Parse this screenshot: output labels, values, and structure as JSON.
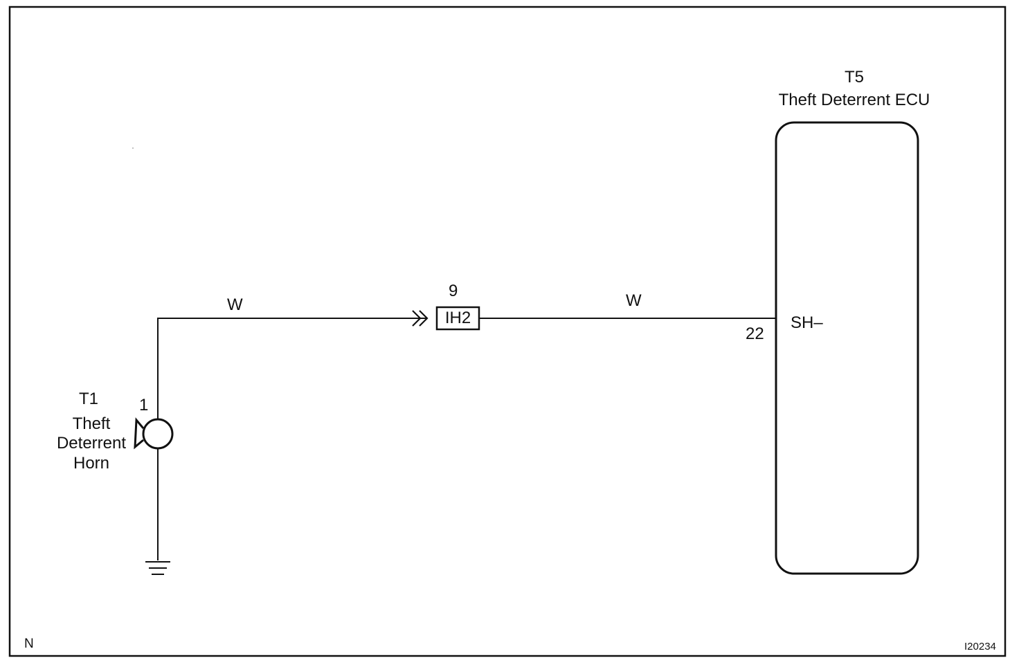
{
  "horn": {
    "code": "T1",
    "name_lines": [
      "Theft",
      "Deterrent",
      "Horn"
    ],
    "pin": "1"
  },
  "ecu": {
    "code": "T5",
    "name": "Theft Deterrent ECU",
    "pin": "22",
    "terminal": "SH–"
  },
  "connector": {
    "label": "IH2",
    "pin": "9"
  },
  "wires": {
    "left_color": "W",
    "right_color": "W"
  },
  "footer": {
    "left_code": "N",
    "figure_id": "I20234"
  }
}
